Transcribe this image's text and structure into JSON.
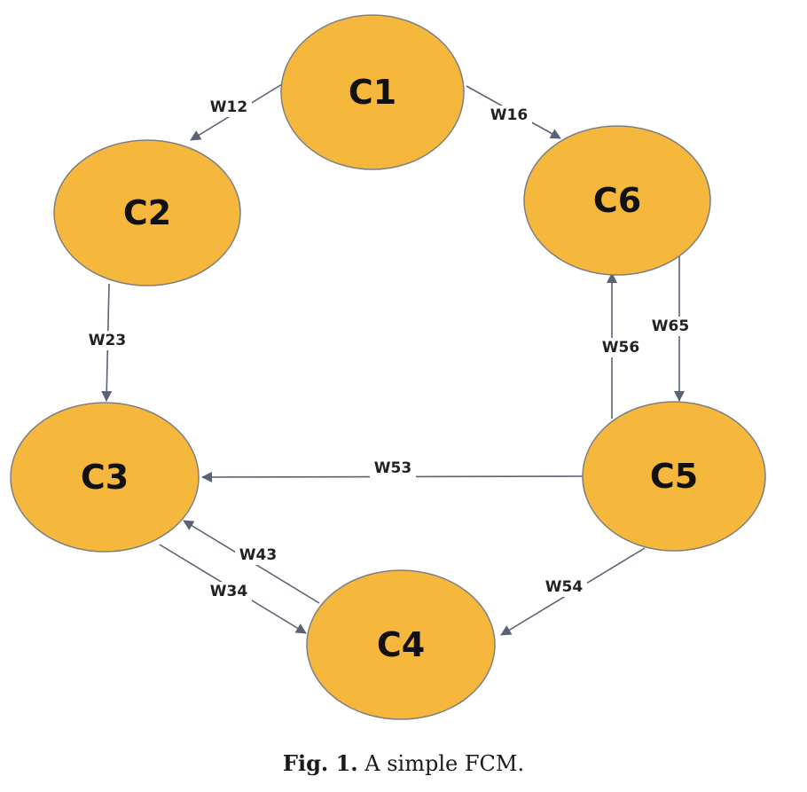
{
  "nodes": [
    {
      "id": "C1",
      "label": "C1"
    },
    {
      "id": "C2",
      "label": "C2"
    },
    {
      "id": "C3",
      "label": "C3"
    },
    {
      "id": "C4",
      "label": "C4"
    },
    {
      "id": "C5",
      "label": "C5"
    },
    {
      "id": "C6",
      "label": "C6"
    }
  ],
  "edges": [
    {
      "from": "C1",
      "to": "C2",
      "label": "W12"
    },
    {
      "from": "C1",
      "to": "C6",
      "label": "W16"
    },
    {
      "from": "C2",
      "to": "C3",
      "label": "W23"
    },
    {
      "from": "C6",
      "to": "C5",
      "label": "W65"
    },
    {
      "from": "C5",
      "to": "C6",
      "label": "W56"
    },
    {
      "from": "C5",
      "to": "C3",
      "label": "W53"
    },
    {
      "from": "C5",
      "to": "C4",
      "label": "W54"
    },
    {
      "from": "C4",
      "to": "C3",
      "label": "W43"
    },
    {
      "from": "C3",
      "to": "C4",
      "label": "W34"
    }
  ],
  "caption": {
    "fig_label": "Fig. 1.",
    "text": "A simple FCM."
  },
  "colors": {
    "node_fill": "#f5b83d",
    "edge": "#5a6275"
  }
}
